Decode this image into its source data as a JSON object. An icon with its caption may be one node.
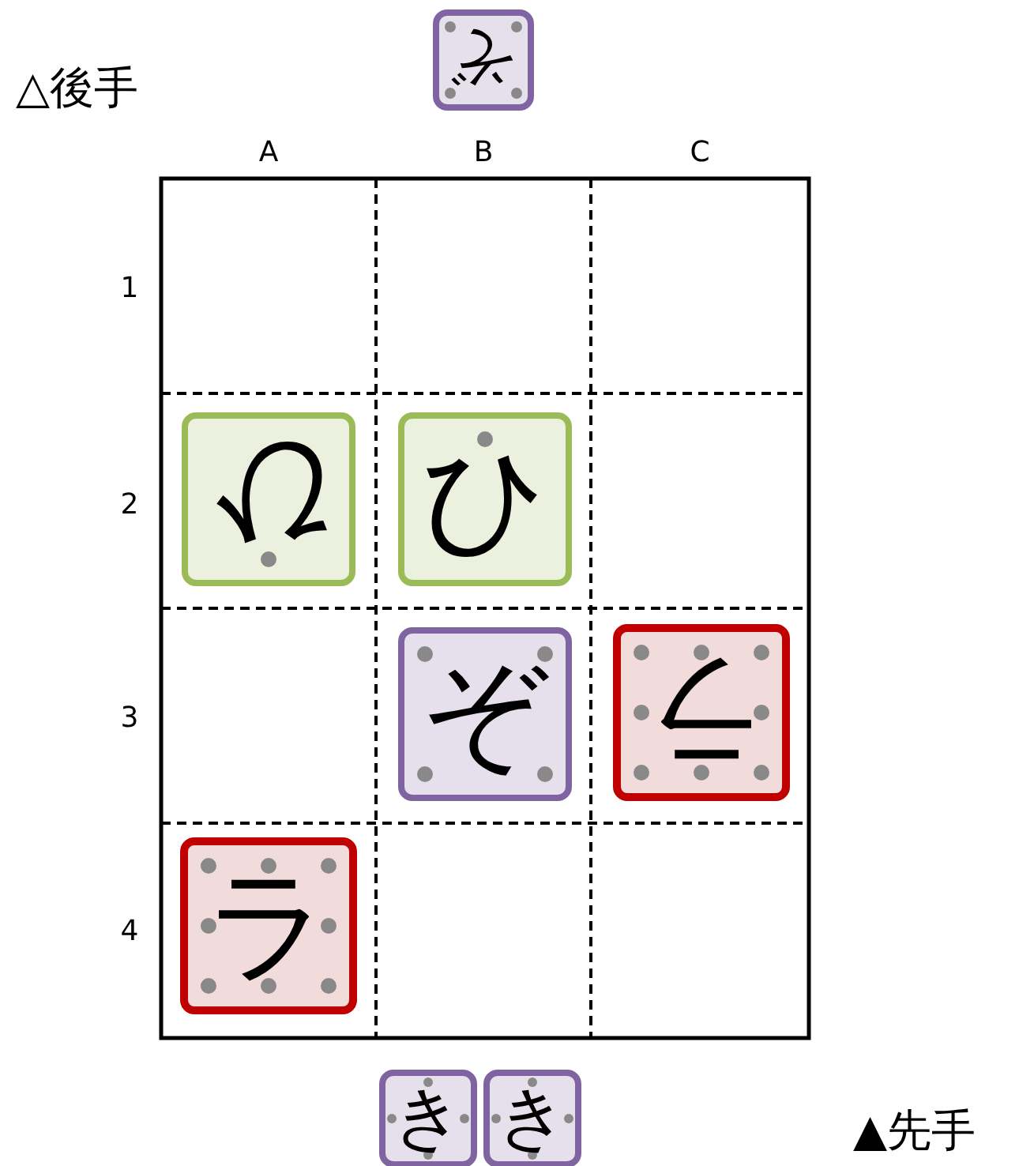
{
  "diagram": {
    "nodes": [
      {
        "text": [
          "ぞ"
        ]
      },
      {
        "text": [
          "ひ"
        ]
      },
      {
        "text": [
          "ひ"
        ]
      },
      {
        "text": [
          "ぞ"
        ]
      },
      {
        "text": [
          "ラ"
        ]
      },
      {
        "text": [
          "ラ"
        ]
      },
      {
        "text": [
          "き"
        ]
      },
      {
        "text": [
          "き"
        ]
      }
    ],
    "labels": [
      "△後手",
      "A",
      "B",
      "C",
      "1",
      "2",
      "3",
      "4",
      "▲先手"
    ]
  }
}
